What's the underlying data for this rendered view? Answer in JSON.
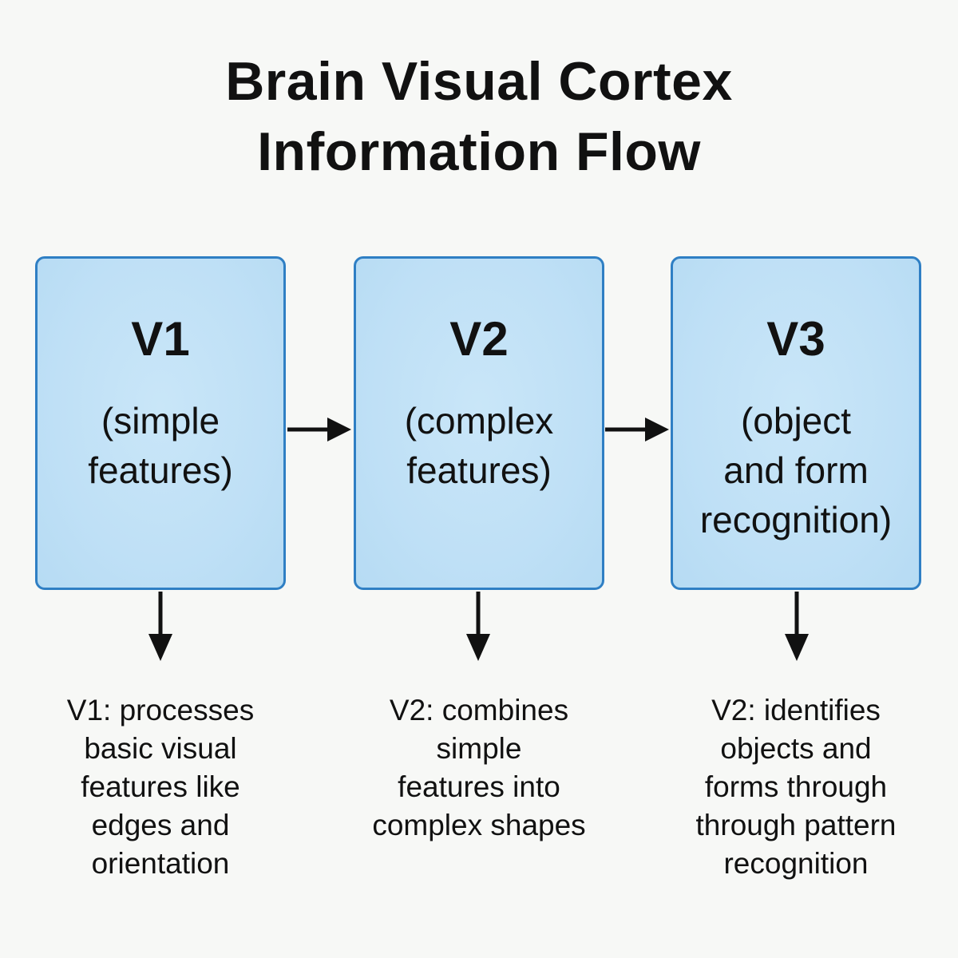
{
  "title": [
    "Brain Visual Cortex",
    "Information Flow"
  ],
  "stages": [
    {
      "id": "v1",
      "label": "V1",
      "description": [
        "(simple",
        "features)"
      ],
      "note": [
        "V1: processes",
        "basic visual",
        "features like",
        "edges and",
        "orientation"
      ]
    },
    {
      "id": "v2",
      "label": "V2",
      "description": [
        "(complex",
        "features)"
      ],
      "note": [
        "V2: combines",
        "simple",
        "features into",
        "complex shapes"
      ]
    },
    {
      "id": "v3",
      "label": "V3",
      "description": [
        "(object",
        "and form",
        "recognition)"
      ],
      "note": [
        "V2: identifies",
        "objects and",
        "forms through",
        "through pattern",
        "recognition"
      ]
    }
  ],
  "colors": {
    "box_border": "#2f7fc4",
    "box_fill": "#bfe0f6",
    "arrow": "#111111",
    "background": "#f7f8f6"
  }
}
